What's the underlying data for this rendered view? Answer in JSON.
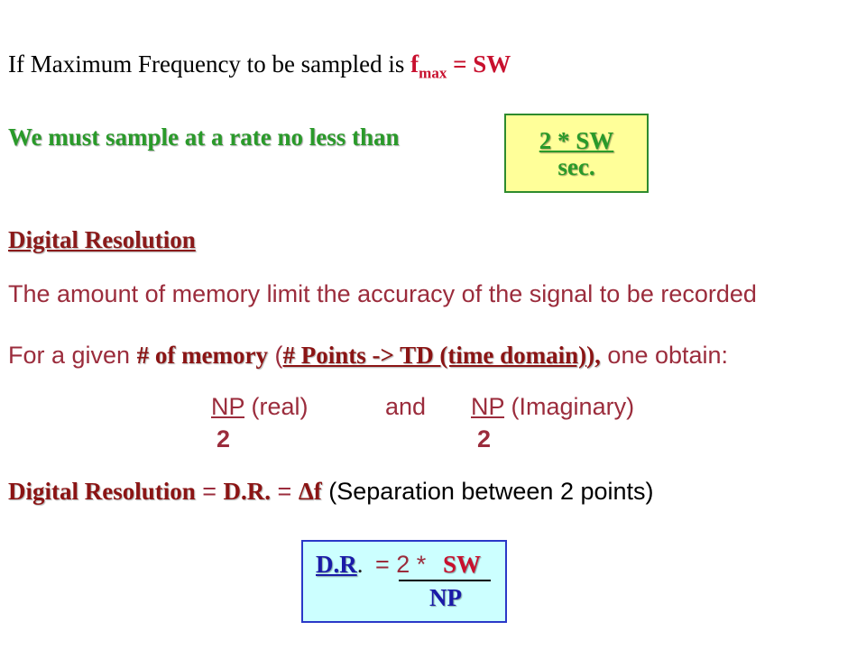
{
  "line1": {
    "prefix": "If Maximum Frequency to be sampled is ",
    "f": "f",
    "sub": "max",
    "suffix": " = SW"
  },
  "sampling": {
    "text": "We must sample at a rate no less than",
    "box_line1": "2 * SW",
    "box_line2": "sec."
  },
  "digital_resolution_heading": "Digital Resolution",
  "memory_line": "The amount of memory limit the accuracy of the signal to be recorded",
  "given_line": {
    "a": "For a given ",
    "b": "# of memory",
    "c": " (",
    "d": "# Points -> TD (time domain)",
    "e": "),",
    "f": " one obtain:"
  },
  "np_fractions": {
    "real_np": "NP",
    "real_label": " (real)",
    "and": "and",
    "imag_np": "NP",
    "imag_label": " (Imaginary)",
    "den1": "2",
    "den2": "2"
  },
  "dr_line": {
    "a": "Digital Resolution",
    "b": " = ",
    "c": "D.R.",
    "d": " = ",
    "delta": "Δ",
    "f": "f",
    "e": " (Separation between 2 points)"
  },
  "formula": {
    "dr": "D.R",
    "dot": ".",
    "eq": "= 2 *",
    "sw": "SW",
    "np": "NP"
  }
}
